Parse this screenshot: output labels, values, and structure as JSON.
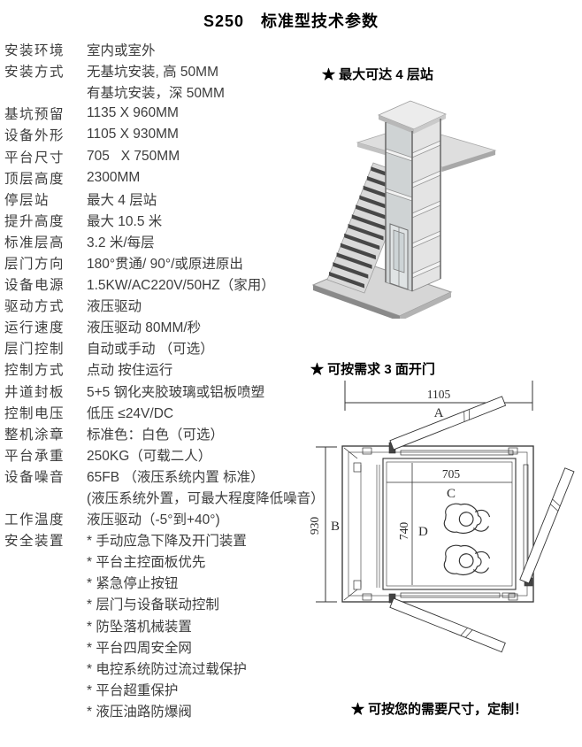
{
  "title": "S250　标准型技术参数",
  "colors": {
    "text": "#3d3d3d",
    "heading": "#000000",
    "drawing_line": "#333333"
  },
  "specs": {
    "rows": [
      {
        "label": "安装环境",
        "value": "室内或室外"
      },
      {
        "label": "安装方式",
        "value": "无基坑安装, 高 50MM"
      },
      {
        "label": "",
        "value": "有基坑安装，深 50MM"
      },
      {
        "label": "基坑预留",
        "value": "1135 X 960MM"
      },
      {
        "label": "设备外形",
        "value": "1105 X 930MM"
      },
      {
        "label": "平台尺寸",
        "value": "705   X 750MM"
      },
      {
        "label": "顶层高度",
        "value": "2300MM"
      },
      {
        "label": "停层站",
        "value": "最大 4 层站"
      },
      {
        "label": "提升高度",
        "value": "最大 10.5 米"
      },
      {
        "label": "标准层高",
        "value": "3.2 米/每层"
      },
      {
        "label": "层门方向",
        "value": "180°贯通/ 90°/或原进原出"
      },
      {
        "label": "设备电源",
        "value": "1.5KW/AC220V/50HZ（家用）"
      },
      {
        "label": "驱动方式",
        "value": "液压驱动"
      },
      {
        "label": "运行速度",
        "value": "液压驱动 80MM/秒"
      },
      {
        "label": "层门控制",
        "value": "自动或手动 （可选）"
      },
      {
        "label": "控制方式",
        "value": "点动 按住运行"
      },
      {
        "label": "井道封板",
        "value": "5+5 钢化夹胶玻璃或铝板喷塑"
      },
      {
        "label": "控制电压",
        "value": "低压 ≤24V/DC"
      },
      {
        "label": "整机涂章",
        "value": "标准色：白色（可选）"
      },
      {
        "label": "平台承重",
        "value": "250KG（可载二人）"
      },
      {
        "label": "设备噪音",
        "value": "65FB （液压系统内置 标准）"
      },
      {
        "label": "",
        "value": "(液压系统外置，可最大程度降低噪音）"
      },
      {
        "label": "工作温度",
        "value": "液压驱动（-5°到+40°)"
      },
      {
        "label": "安全装置",
        "value": "* 手动应急下降及开门装置"
      },
      {
        "label": "",
        "value": "* 平台主控面板优先"
      },
      {
        "label": "",
        "value": "* 紧急停止按钮"
      },
      {
        "label": "",
        "value": "* 层门与设备联动控制"
      },
      {
        "label": "",
        "value": "* 防坠落机械装置"
      },
      {
        "label": "",
        "value": "* 平台四周安全网"
      },
      {
        "label": "",
        "value": "* 电控系统防过流过载保护"
      },
      {
        "label": "",
        "value": "* 平台超重保护"
      },
      {
        "label": "",
        "value": "* 液压油路防爆阀"
      }
    ]
  },
  "figures": {
    "stations_caption": "★ 最大可达 4 层站",
    "doors_caption": "★ 可按需求 3 面开门",
    "custom_caption": "★ 可按您的需要尺寸，定制！"
  },
  "plan": {
    "outer_width": "1105",
    "outer_width_letter": "A",
    "outer_depth": "930",
    "outer_depth_letter": "B",
    "platform_width": "705",
    "platform_width_letter": "C",
    "platform_depth": "740",
    "platform_depth_letter": "D"
  }
}
